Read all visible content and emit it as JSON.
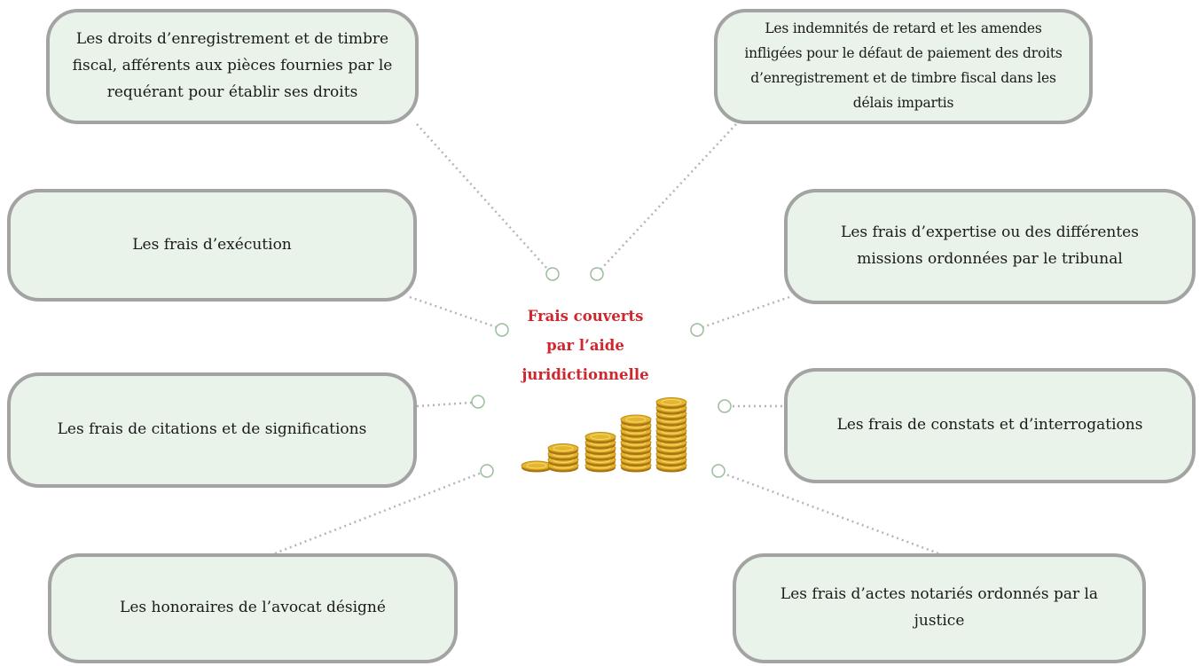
{
  "center": {
    "line1": "Frais couverts",
    "line2": "par l’aide",
    "line3": "juridictionnelle"
  },
  "items": {
    "top_left": "Les droits d’enregistrement et de timbre fiscal, afférents aux pièces fournies par le requérant pour établir ses droits",
    "top_right": "Les indemnités de retard et les amendes infligées pour le défaut de paiement des droits d’enregistrement et de timbre fiscal dans les délais impartis",
    "mid_left": "Les frais d’exécution",
    "mid_right": "Les frais d’expertise ou des différentes missions ordonnées par le tribunal",
    "low_left": "Les frais de citations et de significations",
    "low_right": "Les frais de constats et d’interrogations",
    "bottom_left": "Les honoraires de l’avocat désigné",
    "bottom_right": "Les frais d’actes notariés ordonnés par la justice"
  },
  "colors": {
    "box_fill": "#e9f3ea",
    "box_border": "#a3a3a3",
    "title": "#d0262d",
    "coin_gold": "#e4b52f"
  },
  "icons": [
    "coin-stacks-icon"
  ]
}
